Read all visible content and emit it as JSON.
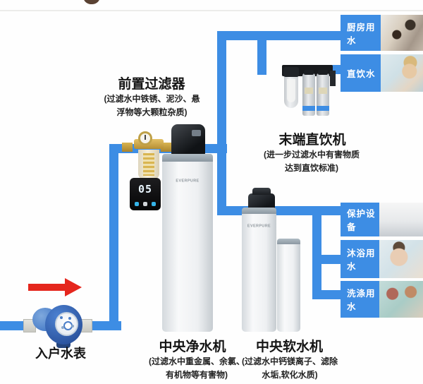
{
  "palette": {
    "pipe_blue": "#3d8de4",
    "arrow_red": "#e5261d",
    "outlet_text": "#ffffff",
    "label_text": "#151515"
  },
  "stages": {
    "water_meter": {
      "title": "入户水表"
    },
    "prefilter": {
      "title": "前置过滤器",
      "desc": [
        "(过滤水中铁锈、泥沙、悬",
        "浮物等大颗粒杂质)"
      ],
      "display_value": "05"
    },
    "central_purifier": {
      "title": "中央净水机",
      "desc": [
        "(过滤水中重金属、余氯、",
        "有机物等有害物)"
      ],
      "brand": "EVERPURE"
    },
    "central_softener": {
      "title": "中央软水机",
      "desc": [
        "(过滤水中钙镁离子、滤除",
        "水垢,软化水质)"
      ],
      "brand": "EVERPURE"
    },
    "terminal_drinking": {
      "title": "末端直饮机",
      "desc": [
        "(进一步过滤水中有害物质",
        "达到直饮标准)"
      ]
    }
  },
  "outlets": [
    {
      "id": "kitchen",
      "label": "厨房用水"
    },
    {
      "id": "drinking",
      "label": "直饮水"
    },
    {
      "id": "protect",
      "label": "保护设备"
    },
    {
      "id": "bath",
      "label": "沐浴用水"
    },
    {
      "id": "laundry",
      "label": "洗涤用水"
    }
  ]
}
